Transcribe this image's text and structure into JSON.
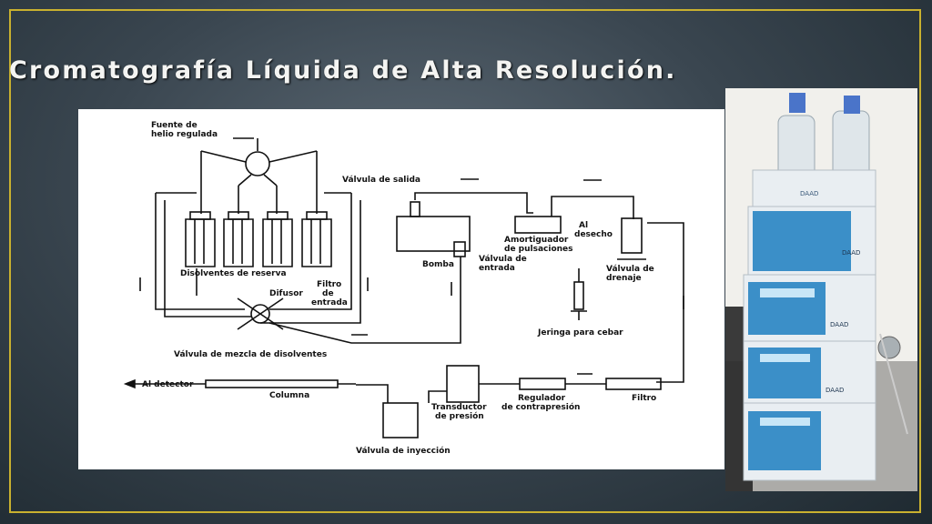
{
  "slide": {
    "title": "Cromatografía Líquida de Alta Resolución."
  },
  "diagram": {
    "labels": {
      "helium_source_line1": "Fuente de",
      "helium_source_line2": "helio regulada",
      "reservoir_solvents": "Disolventes de reserva",
      "diffuser": "Difusor",
      "inlet_filter_line1": "Filtro",
      "inlet_filter_line2": "de",
      "inlet_filter_line3": "entrada",
      "mixing_valve": "Válvula de mezcla de disolventes",
      "outlet_valve": "Válvula de salida",
      "pump": "Bomba",
      "inlet_valve_line1": "Válvula de",
      "inlet_valve_line2": "entrada",
      "pulse_damper_line1": "Amortiguador",
      "pulse_damper_line2": "de pulsaciones",
      "to_waste_line1": "Al",
      "to_waste_line2": "desecho",
      "drain_valve_line1": "Válvula de",
      "drain_valve_line2": "drenaje",
      "priming_syringe": "Jeringa para cebar",
      "to_detector": "Al detector",
      "column": "Columna",
      "pressure_transducer_line1": "Transductor",
      "pressure_transducer_line2": "de presión",
      "back_pressure_regulator_line1": "Regulador",
      "back_pressure_regulator_line2": "de contrapresión",
      "filter": "Filtro",
      "injection_valve": "Válvula de inyección"
    }
  },
  "photo": {
    "module_labels": [
      "DAAD",
      "DAAD",
      "DAAD",
      "DAAD"
    ],
    "colors": {
      "module_body": "#e9eef2",
      "panel_blue": "#3b8fc8",
      "bottle_cap": "#4a74c9",
      "background": "#f1f0ec"
    }
  },
  "colors": {
    "frame": "#c9b12f",
    "title": "#f4f4f2",
    "diagram_ink": "#111111"
  }
}
